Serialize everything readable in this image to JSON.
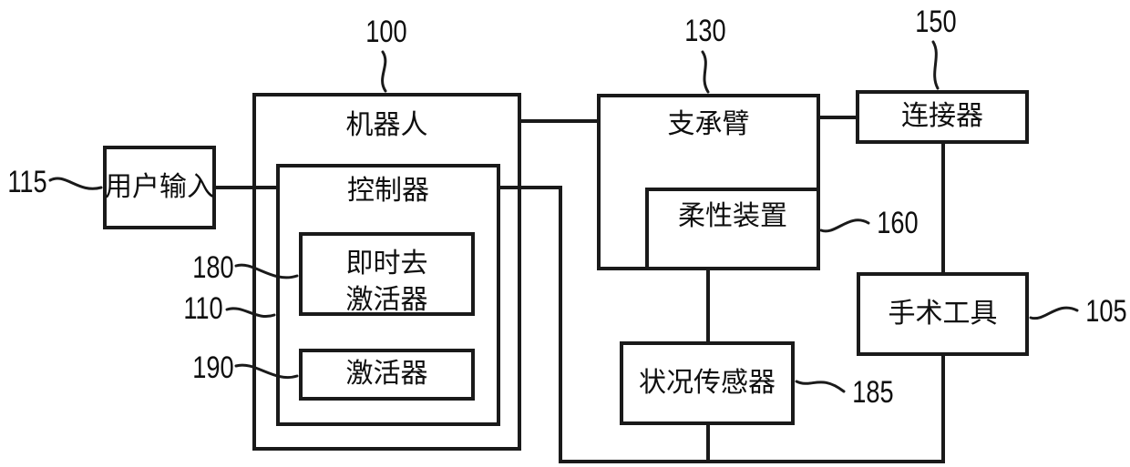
{
  "figure": {
    "type": "patent-block-diagram",
    "background": "#ffffff",
    "line_color": "#1a1a1a",
    "nodes": {
      "robot": {
        "label": "机器人",
        "ref": "100"
      },
      "controller": {
        "label": "控制器",
        "ref": "110"
      },
      "instant_deactivator": {
        "label_line1": "即时去",
        "label_line2": "激活器",
        "ref": "180"
      },
      "activator": {
        "label": "激活器",
        "ref": "190"
      },
      "user_input": {
        "label": "用户输入",
        "ref": "115"
      },
      "support_arm": {
        "label": "支承臂",
        "ref": "130"
      },
      "flexible_device": {
        "label": "柔性装置",
        "ref": "160"
      },
      "connector": {
        "label": "连接器",
        "ref": "150"
      },
      "surgical_tool": {
        "label": "手术工具",
        "ref": "105"
      },
      "condition_sensor": {
        "label": "状况传感器",
        "ref": "185"
      }
    }
  }
}
